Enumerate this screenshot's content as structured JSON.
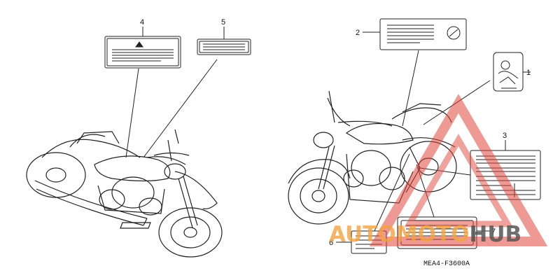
{
  "diagram": {
    "callouts": [
      "4",
      "5",
      "2",
      "1",
      "3",
      "6",
      "7"
    ],
    "drawing_code": "MEA4-F3600A"
  },
  "watermark": {
    "part1": "AUTO",
    "part2": "MOTO",
    "part3": "HUB",
    "colors": {
      "orange": "#f4a23e",
      "red": "#e0453a",
      "gray": "#555555"
    }
  }
}
